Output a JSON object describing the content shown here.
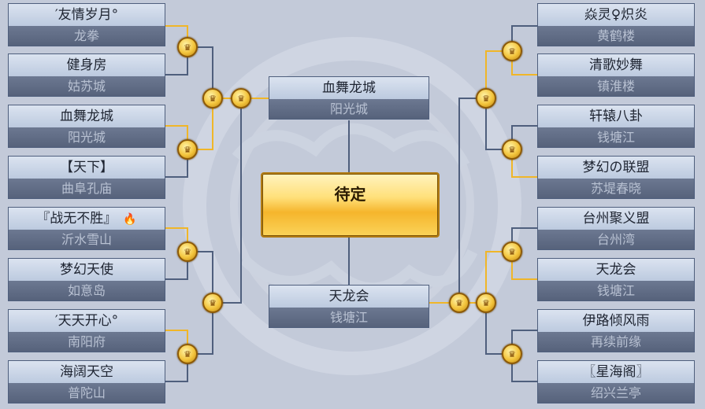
{
  "left_bracket": [
    {
      "name": "′友情岁月°",
      "server": "龙拳"
    },
    {
      "name": "健身房",
      "server": "姑苏城"
    },
    {
      "name": "血舞龙城",
      "server": "阳光城"
    },
    {
      "name": "【天下】",
      "server": "曲阜孔庙"
    },
    {
      "name": "『战无不胜』",
      "server": "沂水雪山"
    },
    {
      "name": "梦幻天使",
      "server": "如意岛"
    },
    {
      "name": "′天天开心°",
      "server": "南阳府"
    },
    {
      "name": "海阔天空",
      "server": "普陀山"
    }
  ],
  "right_bracket": [
    {
      "name": "焱灵♀炽炎",
      "server": "黄鹤楼"
    },
    {
      "name": "清歌妙舞",
      "server": "镇淮楼"
    },
    {
      "name": "轩辕八卦",
      "server": "钱塘江"
    },
    {
      "name": "梦幻の联盟",
      "server": "苏堤春晓"
    },
    {
      "name": "台州聚义盟",
      "server": "台州湾"
    },
    {
      "name": "天龙会",
      "server": "钱塘江"
    },
    {
      "name": "伊路倾风雨",
      "server": "再续前缘"
    },
    {
      "name": "〖星海阁〗",
      "server": "绍兴兰亭"
    }
  ],
  "semifinal_top": {
    "name": "血舞龙城",
    "server": "阳光城"
  },
  "semifinal_bottom": {
    "name": "天龙会",
    "server": "钱塘江"
  },
  "final_label": "待定",
  "icons": {
    "trophy": "trophy-icon",
    "fire": "fire-icon"
  },
  "colors": {
    "line": "#4f5f7d",
    "highlight_line": "#f0b628",
    "background": "#c3cad9"
  }
}
